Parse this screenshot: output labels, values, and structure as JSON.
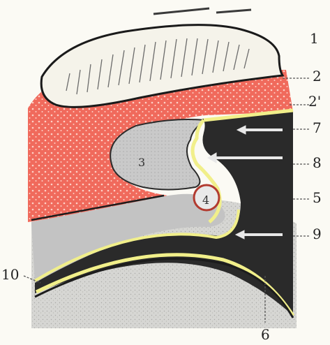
{
  "labels": {
    "l1": "1",
    "l2": "2",
    "l2p": "2'",
    "l3": "3",
    "l4": "4",
    "l5": "5",
    "l6": "6",
    "l7": "7",
    "l8": "8",
    "l9": "9",
    "l10": "10"
  },
  "colors": {
    "background": "#fbfaf4",
    "dermis": "#f06a5c",
    "dermis_dots": "#ffd9d0",
    "dark_layer": "#2a2a2a",
    "gray_tissue": "#c6c6c6",
    "lower_tissue": "#d7d7d4",
    "yellow_lining": "#f1ef8a",
    "nail_plate": "#f5f3ea"
  }
}
